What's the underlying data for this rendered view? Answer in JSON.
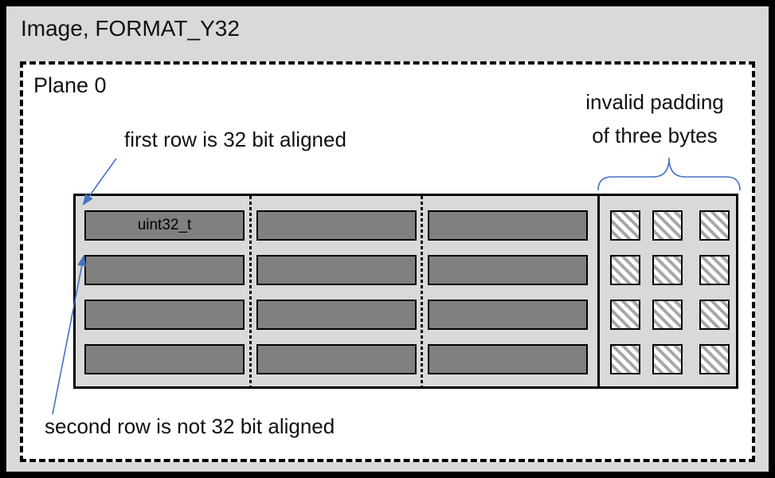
{
  "title": "Image, FORMAT_Y32",
  "plane": {
    "label": "Plane 0"
  },
  "annotations": {
    "first_row": "first row is 32 bit aligned",
    "invalid_padding_line1": "invalid padding",
    "invalid_padding_line2": "of three bytes",
    "second_row": "second row is not 32 bit aligned"
  },
  "memory_grid": {
    "rows": 4,
    "data_columns": 3,
    "first_cell_label": "uint32_t",
    "padding_bytes_per_row": 3
  },
  "colors": {
    "outer_background": "#d9d9d9",
    "plane_background": "#ffffff",
    "grid_background": "#d9d9d9",
    "cell_fill": "#808080",
    "hatch_stripe": "#a6a6a6",
    "annotation_blue": "#4472c4",
    "border_black": "#000000"
  }
}
